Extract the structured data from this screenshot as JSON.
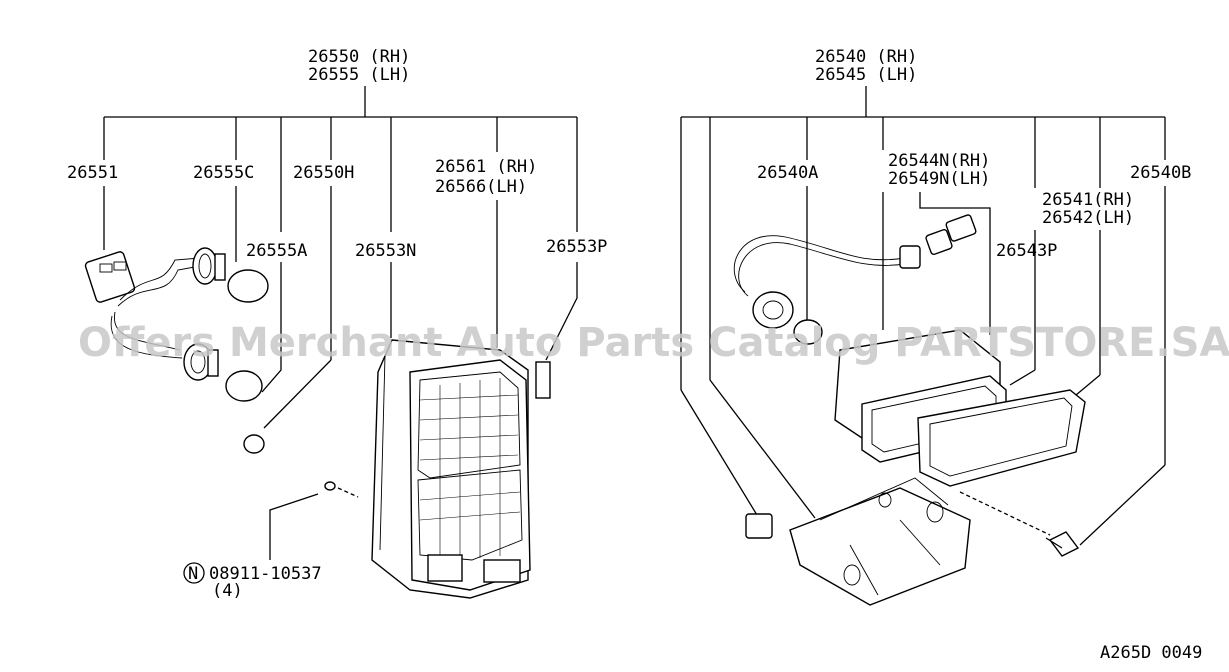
{
  "labels": {
    "left_top_1": "26550 (RH)",
    "left_top_2": "26555 (LH)",
    "l_26551": "26551",
    "l_26555c": "26555C",
    "l_26550h": "26550H",
    "l_26555a": "26555A",
    "l_26553n": "26553N",
    "l_26561": "26561 (RH)",
    "l_26566": "26566(LH)",
    "l_26553p": "26553P",
    "l_bolt_letter": "N",
    "l_bolt_part": "08911-10537",
    "l_bolt_qty": "(4)",
    "right_top_1": "26540 (RH)",
    "right_top_2": "26545 (LH)",
    "r_26540a": "26540A",
    "r_26544n": "26544N(RH)",
    "r_26549n": "26549N(LH)",
    "r_26540b": "26540B",
    "r_26541": "26541(RH)",
    "r_26542": "26542(LH)",
    "r_26543p": "26543P",
    "diagram_code": "A265D 0049"
  },
  "watermark": "Offers Merchant Auto Parts Catalog PARTSTORE.SA"
}
